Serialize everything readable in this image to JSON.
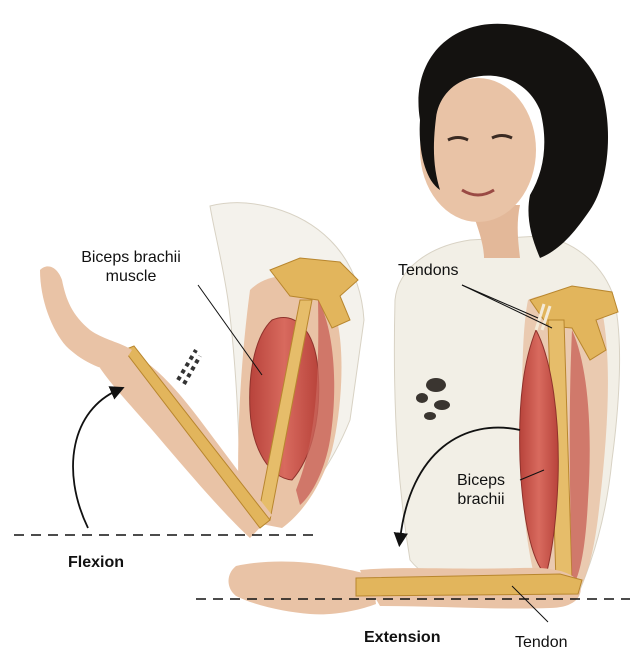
{
  "labels": {
    "biceps_muscle_line1": "Biceps brachii",
    "biceps_muscle_line2": "muscle",
    "tendons": "Tendons",
    "biceps_line1": "Biceps",
    "biceps_line2": "brachii",
    "flexion": "Flexion",
    "extension": "Extension",
    "tendon": "Tendon"
  },
  "colors": {
    "skin": "#e9c3a6",
    "muscle": "#c8544a",
    "bone": "#e2b55c",
    "hair": "#141210",
    "shirt": "#f2efe6"
  }
}
